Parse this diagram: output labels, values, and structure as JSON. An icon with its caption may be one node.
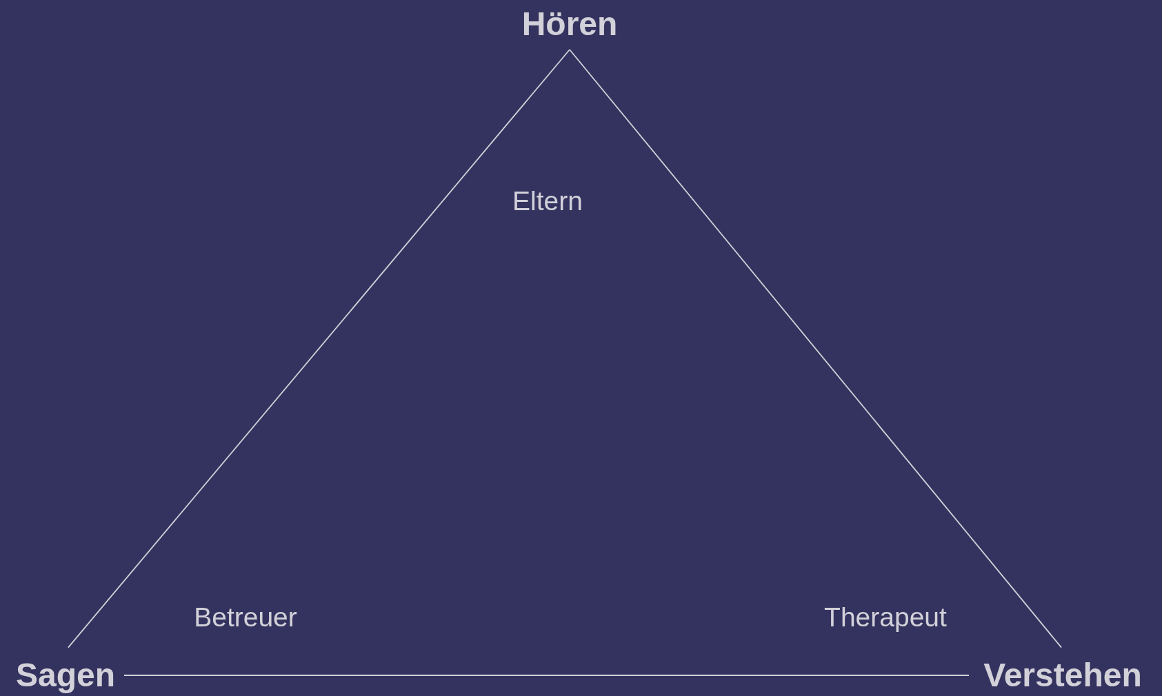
{
  "diagram": {
    "nodes": [
      {
        "text": [
          "Hören"
        ]
      },
      {
        "text": [
          "Sagen"
        ]
      },
      {
        "text": [
          "Verstehen"
        ]
      }
    ],
    "edges": [
      {
        "from": 0,
        "to": 1,
        "arrow": "none"
      },
      {
        "from": 0,
        "to": 2,
        "arrow": "none"
      },
      {
        "from": 1,
        "to": 2,
        "arrow": "none"
      }
    ],
    "labels": [
      "Eltern",
      "Betreuer",
      "Therapeut"
    ]
  }
}
